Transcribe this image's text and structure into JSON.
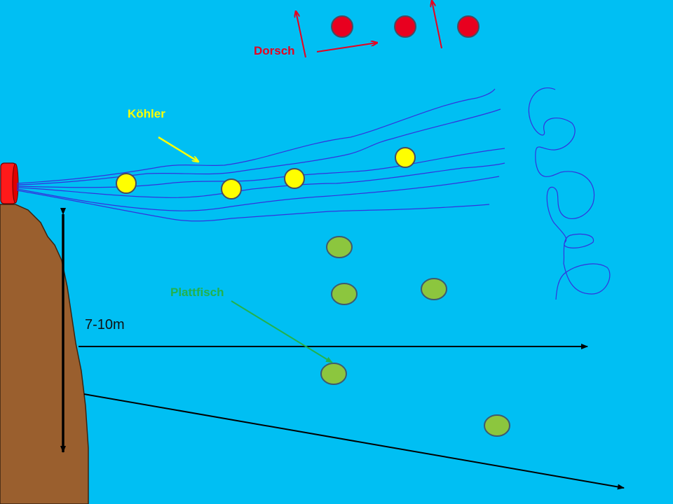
{
  "labels": {
    "dorsch": "Dorsch",
    "koehler": "Köhler",
    "plattfisch": "Plattfisch",
    "depth": "7-10m"
  },
  "colors": {
    "water": "#00bff3",
    "cliff": "#9a5f2e",
    "dorsch": "#e8001f",
    "koehler": "#ffff00",
    "plattfisch": "#8cc63e",
    "fishing_line": "#3333dd",
    "arrow_dark": "#000000",
    "plattfisch_label": "#22b24c"
  }
}
